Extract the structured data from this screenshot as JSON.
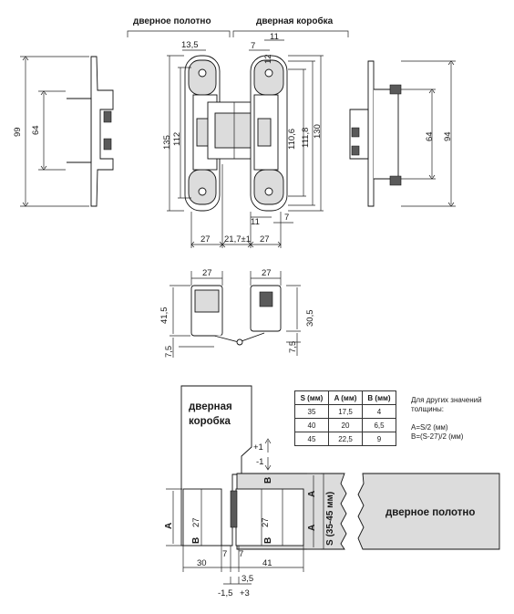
{
  "top_view": {
    "label_door_leaf": "дверное полотно",
    "label_door_frame": "дверная коробка",
    "dims": {
      "d13_5": "13,5",
      "d11_top": "11",
      "d7_top": "7",
      "d12": "12",
      "d99": "99",
      "d64_left": "64",
      "d135": "135",
      "d112": "112",
      "d110_6": "110,6",
      "d111_8": "111,8",
      "d130": "130",
      "d64_right": "64",
      "d94": "94",
      "d11_bottom": "11",
      "d7_bottom": "7",
      "d27_left": "27",
      "d21_7": "21,7±1",
      "d27_right": "27"
    }
  },
  "mid_view": {
    "dims": {
      "d27_left": "27",
      "d27_right": "27",
      "d41_5": "41,5",
      "d30_5": "30,5",
      "d7_5_left": "7,5",
      "d7_5_right": "7,5"
    }
  },
  "table": {
    "headers": [
      "S (мм)",
      "A (мм)",
      "B (мм)"
    ],
    "rows": [
      [
        "35",
        "17,5",
        "4"
      ],
      [
        "40",
        "20",
        "6,5"
      ],
      [
        "45",
        "22,5",
        "9"
      ]
    ]
  },
  "note": {
    "line1": "Для других значений",
    "line2": "толщины:",
    "line3": "A=S/2 (мм)",
    "line4": "B=(S-27)/2 (мм)"
  },
  "bottom_view": {
    "label_frame_1": "дверная",
    "label_frame_2": "коробка",
    "label_leaf": "дверное полотно",
    "adjust_plus": "+1",
    "adjust_minus": "-1",
    "a_left": "A",
    "b_left": "B",
    "b_right_top": "B",
    "b_right_bottom": "B",
    "a_right_top": "A",
    "a_right_bottom": "A",
    "s_range": "S (35-45 мм)",
    "d27_1": "27",
    "d27_2": "27",
    "d30": "30",
    "d7_1": "7",
    "d7_2": "7",
    "d41": "41",
    "d3_5": "3,5",
    "d_minus1_5": "-1,5",
    "d_plus3": "+3"
  }
}
